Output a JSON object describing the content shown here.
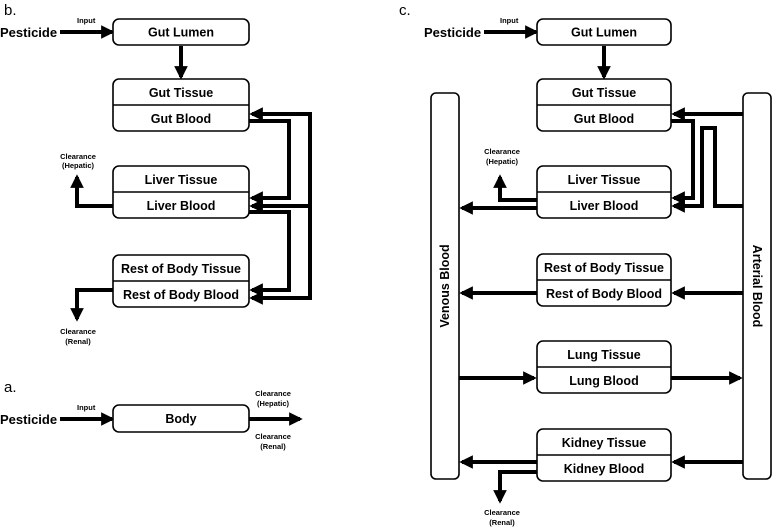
{
  "panel_labels": {
    "a": "a.",
    "b": "b.",
    "c": "c."
  },
  "pesticide": "Pesticide",
  "input": "Input",
  "clearance": "Clearance",
  "hepatic": "(Hepatic)",
  "renal": "(Renal)",
  "panel_a": {
    "body": "Body"
  },
  "panel_b": {
    "gut_lumen": "Gut Lumen",
    "gut_tissue": "Gut Tissue",
    "gut_blood": "Gut Blood",
    "liver_tissue": "Liver Tissue",
    "liver_blood": "Liver Blood",
    "rest_tissue": "Rest of Body Tissue",
    "rest_blood": "Rest of Body Blood"
  },
  "panel_c": {
    "gut_lumen": "Gut Lumen",
    "gut_tissue": "Gut Tissue",
    "gut_blood": "Gut Blood",
    "liver_tissue": "Liver Tissue",
    "liver_blood": "Liver Blood",
    "rest_tissue": "Rest of Body Tissue",
    "rest_blood": "Rest of Body Blood",
    "lung_tissue": "Lung Tissue",
    "lung_blood": "Lung Blood",
    "kidney_tissue": "Kidney Tissue",
    "kidney_blood": "Kidney Blood",
    "venous": "Venous Blood",
    "arterial": "Arterial Blood"
  }
}
